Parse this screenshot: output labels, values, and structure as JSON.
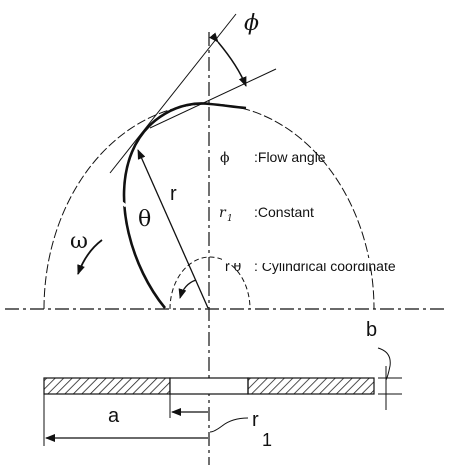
{
  "labels": {
    "phi_top": "ϕ",
    "r": "r",
    "theta": "θ",
    "omega": "ω",
    "b": "b",
    "a": "a",
    "r1_bottom": "r",
    "r1_bottom_sub": "1"
  },
  "legend": {
    "phi_symbol": "ϕ",
    "phi_text": ":Flow angle",
    "r1_symbol": "r",
    "r1_sub": "1",
    "r1_text": ":Constant",
    "rtheta_symbol": "r θ",
    "rtheta_text": ": Cylindrical coordinate"
  }
}
